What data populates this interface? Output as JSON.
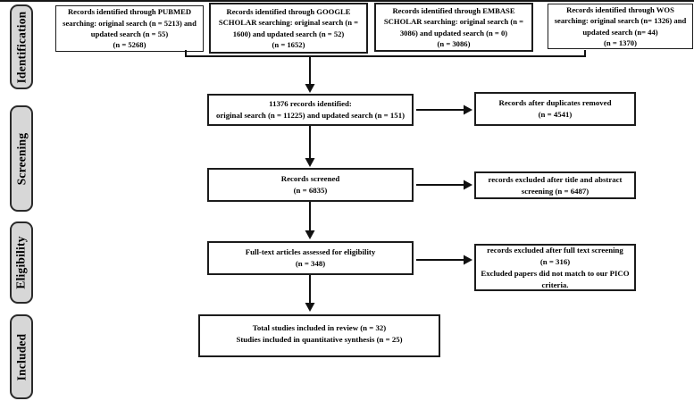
{
  "stages": [
    "Identification",
    "Screening",
    "Eligibility",
    "Included"
  ],
  "top_boxes": [
    {
      "lines": [
        "Records identified through PUBMED",
        "searching: original search (n = 5213) and",
        "updated search (n = 55)",
        "(n = 5268)"
      ]
    },
    {
      "lines": [
        "Records identified through GOOGLE",
        "SCHOLAR searching: original search (n =",
        "1600) and updated search (n = 52)",
        "(n = 1652)"
      ]
    },
    {
      "lines": [
        "Records identified through EMBASE",
        "SCHOLAR searching: original search (n =",
        "3086) and updated search (n = 0)",
        "(n = 3086)"
      ]
    },
    {
      "lines": [
        "Records identified through WOS",
        "searching: original search (n= 1326) and",
        "updated search (n= 44)",
        "(n = 1370)"
      ]
    }
  ],
  "main_boxes": [
    {
      "lines": [
        "11376 records identified:",
        "original search (n = 11225) and updated search (n = 151)"
      ]
    },
    {
      "lines": [
        "Records screened",
        "(n = 6835)"
      ]
    },
    {
      "lines": [
        "Full-text articles assessed for eligibility",
        "(n = 348)"
      ]
    },
    {
      "lines": [
        "Total studies included in review (n = 32)",
        "Studies included in quantitative synthesis (n = 25)"
      ]
    }
  ],
  "side_boxes": [
    {
      "lines": [
        "Records after duplicates removed",
        "(n = 4541)"
      ]
    },
    {
      "lines": [
        "records excluded after title and abstract",
        "screening (n = 6487)"
      ]
    },
    {
      "lines": [
        "records excluded after full text screening",
        "(n = 316)",
        "Excluded papers did not match to our PICO",
        "criteria."
      ]
    }
  ],
  "colors": {
    "background": "#ffffff",
    "box_border": "#1c1c1c",
    "stage_fill": "#d7d7d7",
    "line": "#111111",
    "text": "#000000"
  }
}
